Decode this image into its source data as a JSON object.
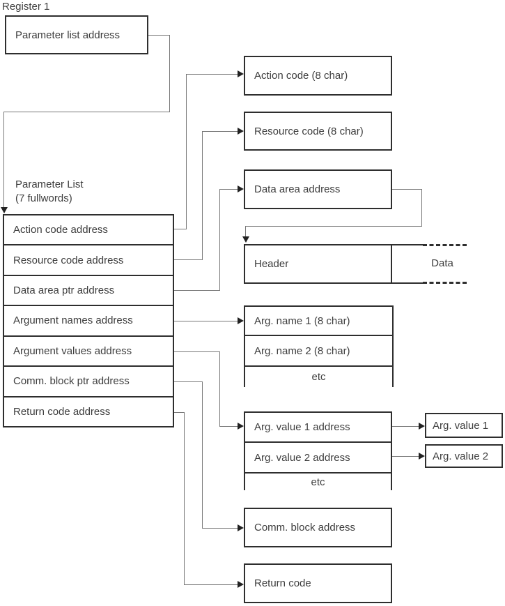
{
  "diagram": {
    "register": {
      "label": "Register 1",
      "box": "Parameter list address"
    },
    "param_list": {
      "label_line1": "Parameter List",
      "label_line2": "(7 fullwords)",
      "rows": [
        "Action code address",
        "Resource code address",
        "Data area ptr address",
        "Argument names address",
        "Argument values address",
        "Comm. block ptr address",
        "Return code address"
      ]
    },
    "boxes": {
      "action_code": "Action code (8 char)",
      "resource_code": "Resource code (8 char)",
      "data_area": "Data area address",
      "header": "Header",
      "data": "Data",
      "arg_names": [
        "Arg. name 1 (8 char)",
        "Arg. name 2 (8 char)",
        "etc"
      ],
      "arg_values": [
        "Arg. value 1 address",
        "Arg. value 2 address",
        "etc"
      ],
      "arg_value_targets": [
        "Arg. value 1",
        "Arg. value 2"
      ],
      "comm_block": "Comm. block address",
      "return_code": "Return code"
    },
    "colors": {
      "border": "#2e2e2e",
      "line": "#777777",
      "text": "#3d3d3d",
      "background": "#ffffff"
    }
  }
}
